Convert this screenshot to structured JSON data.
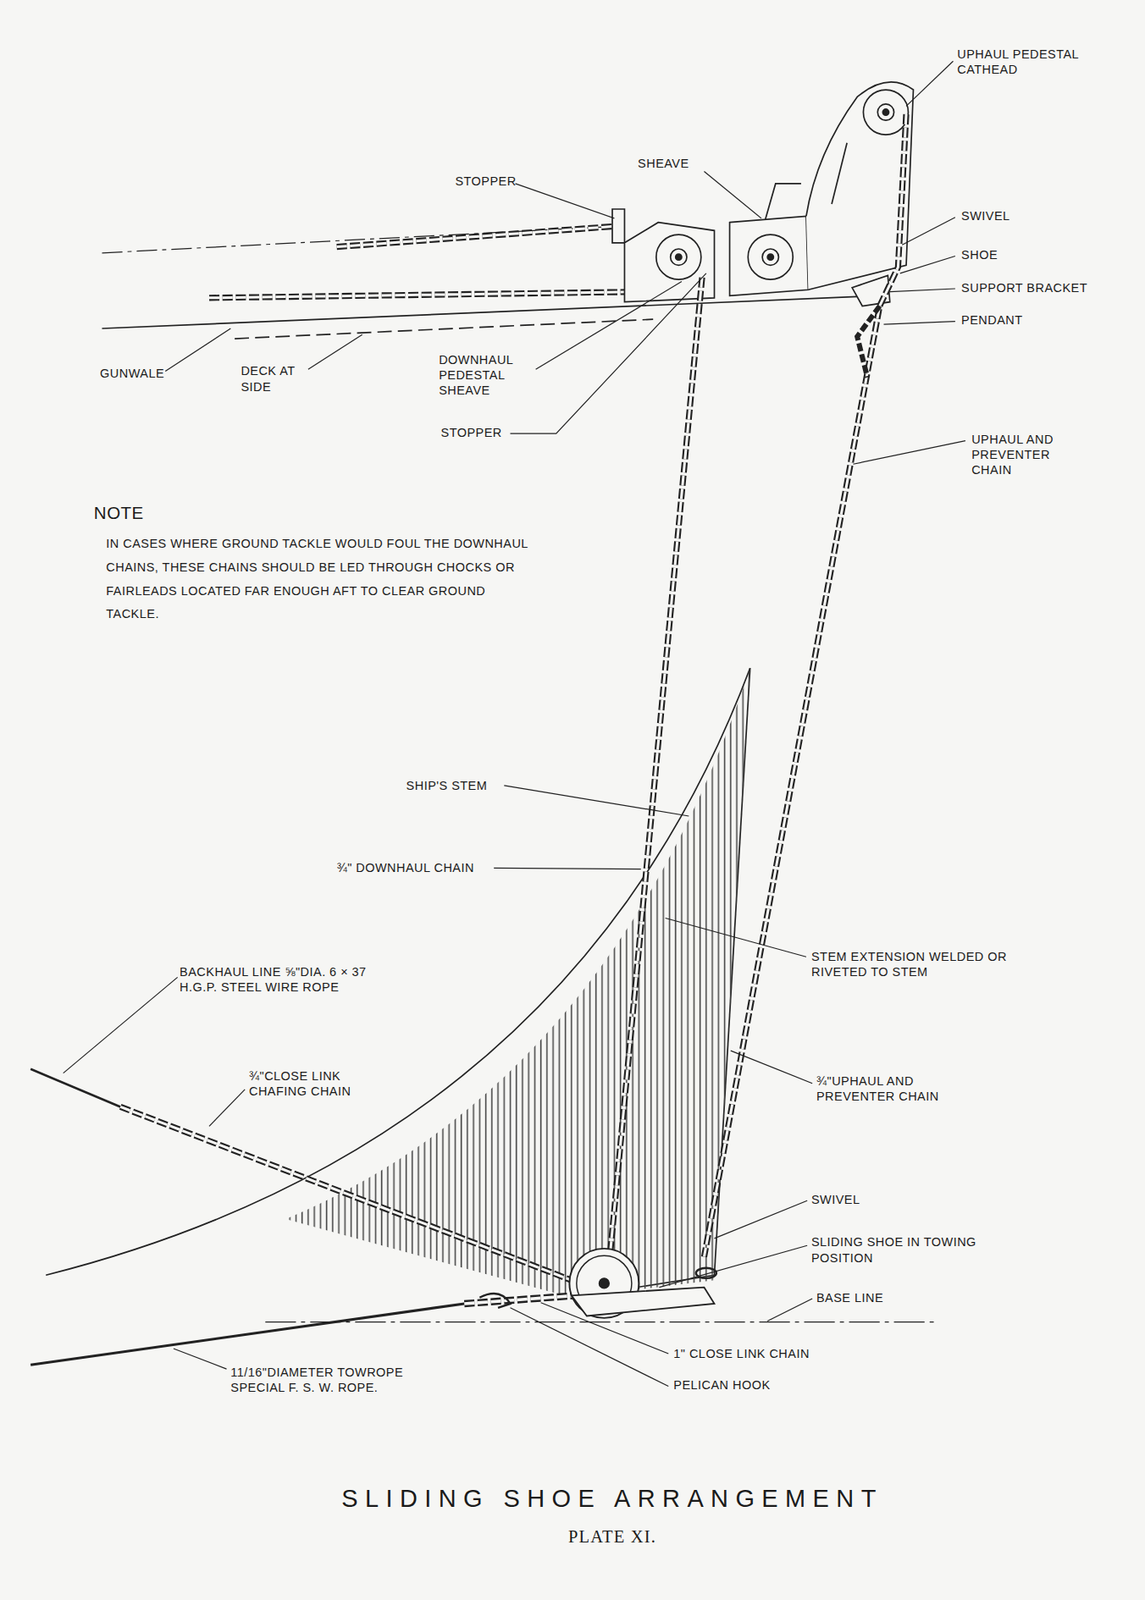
{
  "diagram": {
    "title": "SLIDING SHOE ARRANGEMENT",
    "caption": "PLATE XI.",
    "labels": [
      "UPHAUL PEDESTAL CATHEAD",
      "SHEAVE",
      "STOPPER",
      "SWIVEL",
      "SHOE",
      "SUPPORT BRACKET",
      "PENDANT",
      "GUNWALE",
      "DECK AT SIDE",
      "DOWNHAUL PEDESTAL SHEAVE",
      "STOPPER",
      "UPHAUL AND PREVENTER CHAIN",
      "NOTE",
      "IN CASES WHERE GROUND TACKLE WOULD FOUL THE DOWNHAUL CHAINS, THESE CHAINS SHOULD BE LED THROUGH CHOCKS OR FAIRLEADS LOCATED FAR ENOUGH AFT TO CLEAR GROUND TACKLE.",
      "SHIP'S STEM",
      "¾\" DOWNHAUL CHAIN",
      "STEM EXTENSION WELDED OR RIVETED TO STEM",
      "BACKHAUL LINE ⅝\"DIA. 6 × 37 H.G.P. STEEL WIRE ROPE",
      "¾\"CLOSE LINK CHAFING CHAIN",
      "¾\"UPHAUL AND PREVENTER CHAIN",
      "SWIVEL",
      "SLIDING SHOE IN TOWING POSITION",
      "BASE LINE",
      "1\" CLOSE LINK CHAIN",
      "PELICAN HOOK",
      "11/16\"DIAMETER TOWROPE SPECIAL F. S. W. ROPE."
    ]
  }
}
